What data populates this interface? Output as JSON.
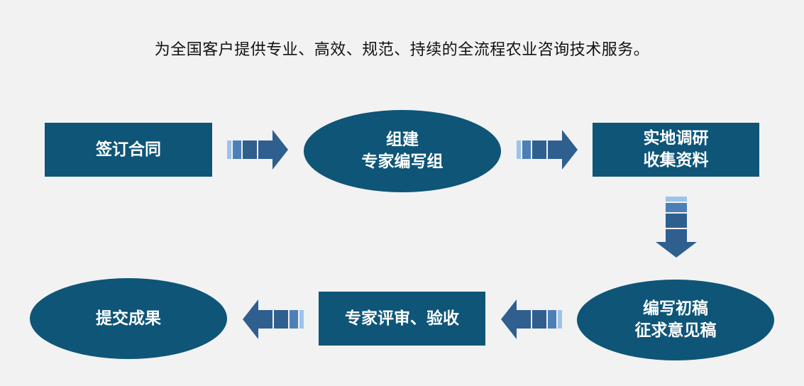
{
  "title": "为全国客户提供专业、高效、规范、持续的全流程农业咨询技术服务。",
  "nodes": {
    "n1": {
      "label": "签订合同"
    },
    "n2": {
      "line1": "组建",
      "line2": "专家编写组"
    },
    "n3": {
      "line1": "实地调研",
      "line2": "收集资料"
    },
    "n4": {
      "line1": "编写初稿",
      "line2": "征求意见稿"
    },
    "n5": {
      "label": "专家评审、验收"
    },
    "n6": {
      "label": "提交成果"
    }
  },
  "colors": {
    "node_fill": "#0e5578",
    "arrow_dark": "#2f5f8f",
    "arrow_mid": "#4d7fb7",
    "arrow_light": "#9cc3ea",
    "background": "#f2f2f2"
  },
  "icons": [
    "arrow-right-icon",
    "arrow-down-icon",
    "arrow-left-icon"
  ]
}
